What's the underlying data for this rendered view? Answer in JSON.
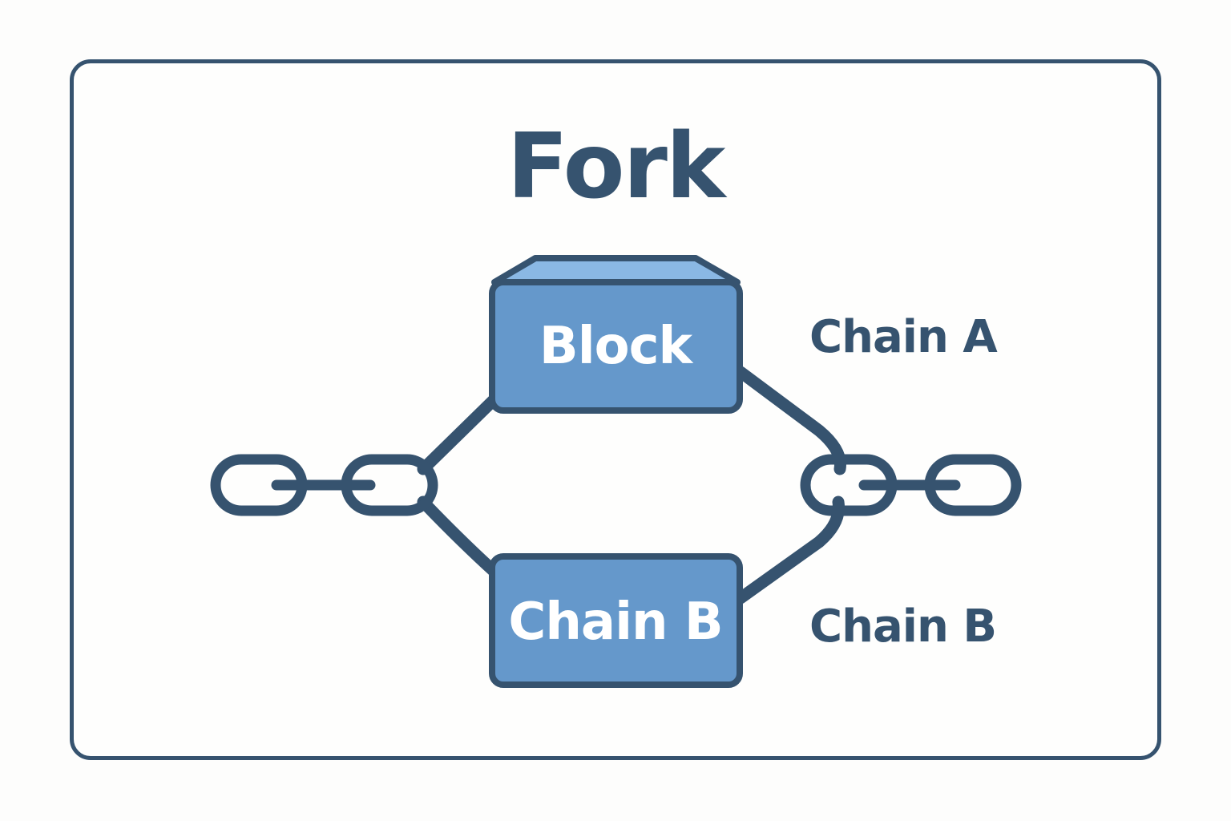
{
  "diagram": {
    "title": "Fork",
    "top_block_label": "Block",
    "bottom_block_label": "Chain B",
    "label_chain_a": "Chain A",
    "label_chain_b": "Chain B"
  },
  "colors": {
    "outline": "#36536f",
    "block_fill": "#6598cb",
    "block_top_face": "#8ab8e4",
    "text_on_block": "#ffffff",
    "background": "#fdfdfc"
  },
  "icons": {
    "chain_links": "chain-link-icon"
  }
}
